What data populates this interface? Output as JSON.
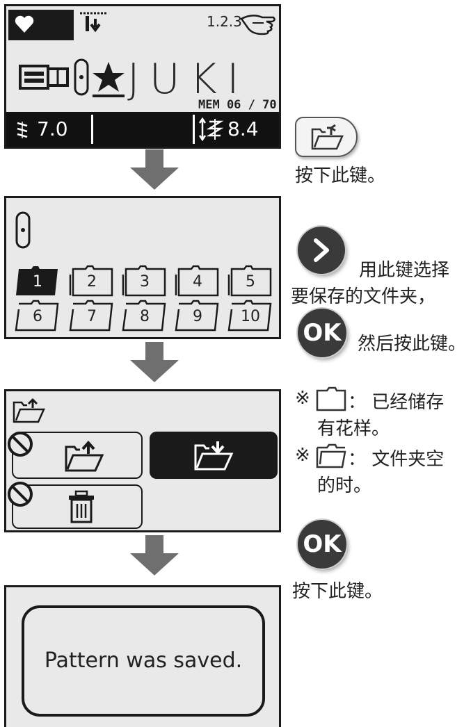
{
  "screen1": {
    "stitch_counter": "1.2.3",
    "pattern_text": "JUKI",
    "memory_label": "MEM 06 / 70",
    "stitch_length": "7.0",
    "stitch_width": "8.4"
  },
  "screen2": {
    "folders": [
      "1",
      "2",
      "3",
      "4",
      "5",
      "6",
      "7",
      "8",
      "9",
      "10"
    ]
  },
  "screen4": {
    "message": "Pattern was saved."
  },
  "instructions": {
    "press_this_key_1": "按下此键。",
    "select_line1": "用此键选择",
    "select_line2": "要保存的文件夹，",
    "ok_then_press": "然后按此键。",
    "note_mark": "※",
    "note_stored_line1": "：  已经储存",
    "note_stored_line2": "有花样。",
    "note_empty_line1": "：  文件夹空",
    "note_empty_line2": "的时。",
    "press_this_key_2": "按下此键。",
    "ok_label": "OK"
  },
  "colors": {
    "lcd_background": "#e9e9e9",
    "lcd_ink": "#1a1a1a",
    "arrow_gray": "#6f6f6f",
    "button_dark": "#3a3a3a"
  }
}
